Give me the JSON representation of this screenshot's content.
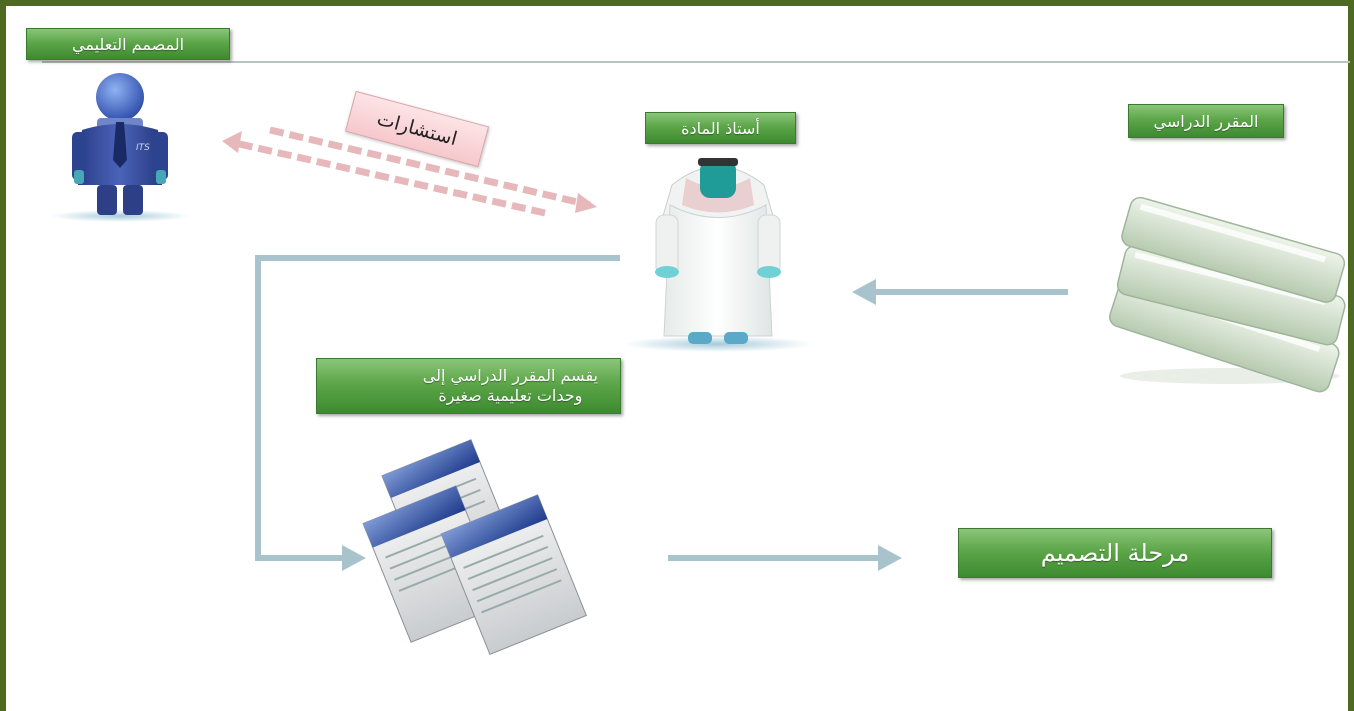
{
  "labels": {
    "designer": "المصمم التعليمي",
    "teacher": "أستاذ المادة",
    "course": "المقرر الدراسي",
    "divides_line1": "يقسم المقرر الدراسي إلى",
    "divides_line2": "وحدات تعليمية صغيرة",
    "design_phase": "مرحلة التصميم",
    "consultations": "استشارات"
  },
  "icons": {
    "designer_figure": "businessman-icon",
    "designer_badge": "ITS",
    "teacher_figure": "arab-teacher-icon",
    "course_books": "books-stack-icon",
    "documents": "documents-icon"
  },
  "colors": {
    "frame": "#4d6a20",
    "label_green": "#5da649",
    "arrow_blue": "#a9c3cc",
    "consult_pink": "#f6c8cc"
  }
}
